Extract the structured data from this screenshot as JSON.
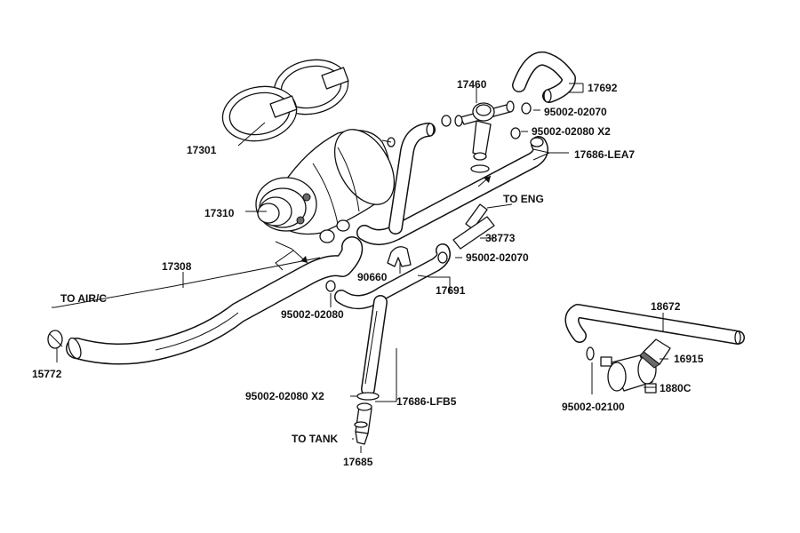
{
  "colors": {
    "line": "#111111",
    "fill": "#ffffff",
    "shade": "#6a6a6a"
  },
  "labels": {
    "p17692": "17692",
    "p17460": "17460",
    "p95002_02070_top": "95002-02070",
    "p95002_02080_x2_top": "95002-02080  X2",
    "p17686_lea7": "17686-LEA7",
    "p17301": "17301",
    "p17310": "17310",
    "to_eng": "TO ENG",
    "p38773": "38773",
    "p95002_02070_mid": "95002-02070",
    "p90660": "90660",
    "p17691": "17691",
    "p17308": "17308",
    "to_air_c": "TO AIR/C",
    "p95002_02080_mid": "95002-02080",
    "p15772": "15772",
    "p18672": "18672",
    "p16915": "16915",
    "p1880c": "1880C",
    "p95002_02100": "95002-02100",
    "p95002_02080_x2_bottom": "95002-02080  X2",
    "p17686_lfb5": "17686-LFB5",
    "to_tank": "TO TANK",
    "p17685": "17685"
  }
}
